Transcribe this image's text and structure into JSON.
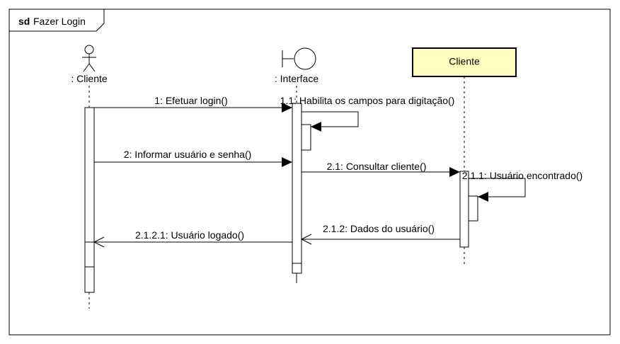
{
  "frame": {
    "keyword": "sd",
    "title": "Fazer Login"
  },
  "lifelines": [
    {
      "kind": "actor",
      "label": ": Cliente"
    },
    {
      "kind": "boundary",
      "label": ": Interface"
    },
    {
      "kind": "box",
      "label": "Cliente"
    }
  ],
  "messages": [
    {
      "id": "m1",
      "label": "1: Efetuar login()"
    },
    {
      "id": "m11",
      "label": "1.1: Habilita os campos para digitação()"
    },
    {
      "id": "m2",
      "label": "2: Informar usuário e senha()"
    },
    {
      "id": "m21",
      "label": "2.1: Consultar cliente()"
    },
    {
      "id": "m211",
      "label": "2.1.1: Usuário encontrado()"
    },
    {
      "id": "m212",
      "label": "2.1.2: Dados do usuário()"
    },
    {
      "id": "m2121",
      "label": "2.1.2.1: Usuário logado()"
    }
  ],
  "colors": {
    "lifeline_box_fill": "#ffffc0",
    "stroke": "#000000",
    "background": "#ffffff"
  }
}
